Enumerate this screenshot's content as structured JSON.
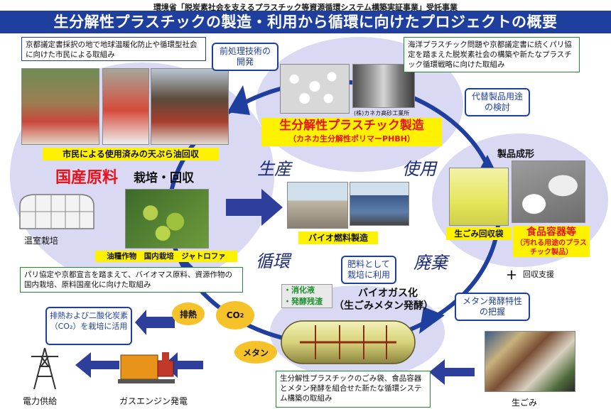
{
  "header": {
    "subtitle": "環境省「脱炭素社会を支えるプラスチック等資源循環システム構築実証事業」受託事業",
    "title": "生分解性プラスチックの製造・利用から循環に向けたプロジェクトの概要"
  },
  "notes": {
    "kyoto_citizens": "京都議定書採択の地で地球温暖化防止や循環型社会に向けた市民による取組み",
    "marine_plastic": "海洋プラスチック問題や京都議定書に続くパリ協定を踏まえた脱炭素社会の構築や新たなプラスチック循環戦略に向けた取組み",
    "paris_biomass": "パリ協定や京都宣言を踏まえて、バイオマス原料、資源作物の国内栽培、原料国産化に向けた取組み",
    "waste_bag_system": "生分解性プラスチックのごみ袋、食品容器とメタン発酵を組合せた新たな循環システム構築の取組み"
  },
  "callouts": {
    "pretreatment": "前処理技術の開発",
    "substitute_products": "代替製品用途の検討",
    "fertilizer": "肥料として栽培に利用",
    "methane_characteristics": "メタン発酵特性の把握",
    "waste_heat": "排熱および二酸化炭素（CO₂）を栽培に活用"
  },
  "labels": {
    "used_oil": "市民による使用済みの天ぷら油回収",
    "domestic_material": "国産原料",
    "cultivation": "栽培・回収",
    "greenhouse": "温室栽培",
    "jatropha": "油糧作物　国内栽培　ジャトロファ",
    "manufacturing": "生分解性プラスチック製造",
    "kaneka_phbh": "（カネカ生分解性ポリマーPHBH）",
    "kaneka_credit": "(株)カネカ高砂工業所",
    "biofuel": "バイオ燃料製造",
    "product_molding": "製品成形",
    "food_waste_bag": "生ごみ回収袋",
    "food_container": "食品容器等",
    "dirty_plastic": "（汚れる用途のプラスチック製品）",
    "collection_support": "回収支援",
    "plus_sign": "＋",
    "digestion_liquid": "・消化液",
    "fermentation_residue": "・発酵残渣",
    "biogas": "バイオガス化",
    "biogas_sub": "（生ごみメタン発酵）",
    "food_waste": "生ごみ",
    "gas_engine": "ガスエンジン発電",
    "power_supply": "電力供給",
    "exhaust_heat": "排熱",
    "co2": "CO",
    "co2_sub": "2",
    "methane": "メタン"
  },
  "cycle": {
    "produce": "生産",
    "use": "使用",
    "circulate": "循環",
    "dispose": "廃棄"
  },
  "colors": {
    "header_blue": "#1f3f9e",
    "lavender": "#d9d9f4",
    "highlight_yellow": "#fff200",
    "accent_red": "#e8141b",
    "green_tag": "#1a8f2a"
  }
}
